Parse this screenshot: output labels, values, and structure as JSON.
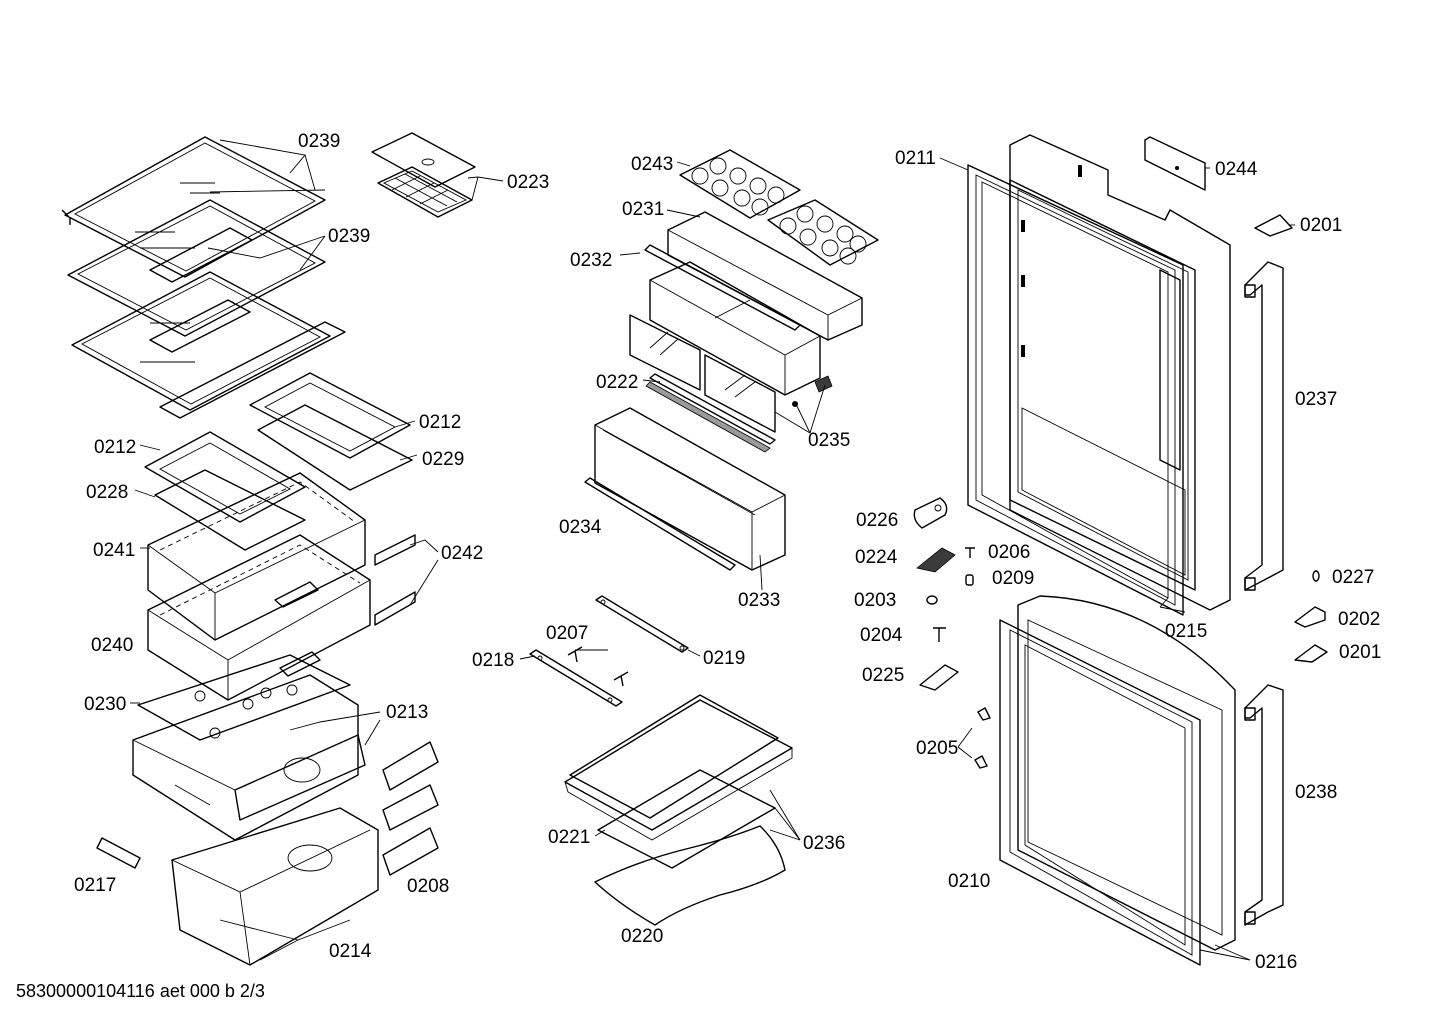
{
  "footer": {
    "doc_code": "58300000104116 aet 000 b 2/3"
  },
  "labels": {
    "p0239a": "0239",
    "p0223": "0223",
    "p0239b": "0239",
    "p0212a": "0212",
    "p0229": "0229",
    "p0212b": "0212",
    "p0228": "0228",
    "p0241": "0241",
    "p0242": "0242",
    "p0240": "0240",
    "p0230": "0230",
    "p0213": "0213",
    "p0217": "0217",
    "p0208": "0208",
    "p0214": "0214",
    "p0243": "0243",
    "p0231": "0231",
    "p0232": "0232",
    "p0222": "0222",
    "p0235": "0235",
    "p0234": "0234",
    "p0233": "0233",
    "p0207": "0207",
    "p0218": "0218",
    "p0219": "0219",
    "p0221": "0221",
    "p0236": "0236",
    "p0220": "0220",
    "p0211": "0211",
    "p0244": "0244",
    "p0201a": "0201",
    "p0237": "0237",
    "p0226": "0226",
    "p0224": "0224",
    "p0206": "0206",
    "p0209": "0209",
    "p0203": "0203",
    "p0204": "0204",
    "p0225": "0225",
    "p0227": "0227",
    "p0202": "0202",
    "p0201b": "0201",
    "p0215": "0215",
    "p0205": "0205",
    "p0238": "0238",
    "p0210": "0210",
    "p0216": "0216"
  }
}
